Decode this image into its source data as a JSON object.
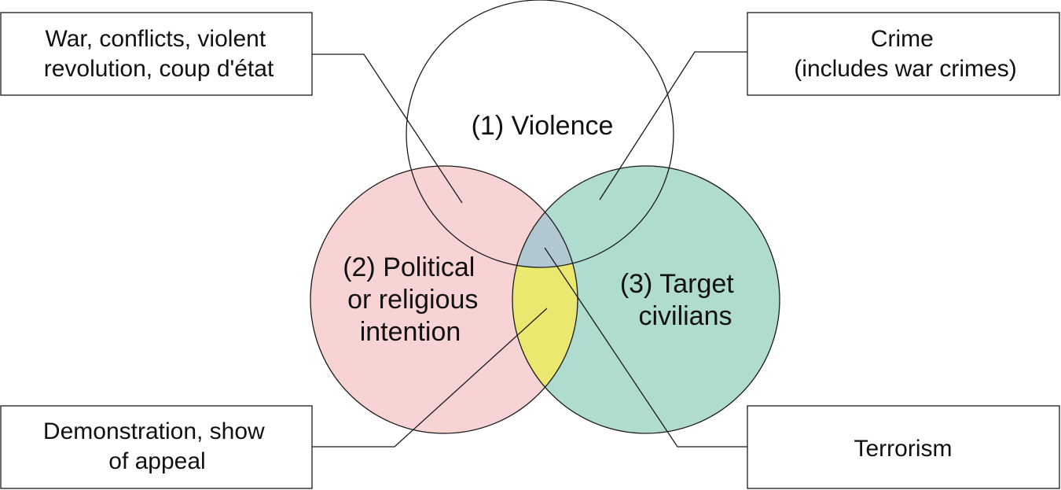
{
  "circles": {
    "violence": {
      "label": "(1) Violence",
      "color": "#ffffff"
    },
    "political": {
      "label_lines": [
        "(2) Political",
        "or religious",
        "intention"
      ],
      "color": "#f7d3d3"
    },
    "civilians": {
      "label_lines": [
        "(3) Target",
        "civilians"
      ],
      "color": "#b0dccf"
    }
  },
  "overlaps": {
    "violence_political": "#f7d3d3",
    "violence_civilians": "#b0dccf",
    "political_civilians": "#ebe870",
    "all_three": "#b1c8d2"
  },
  "callouts": {
    "war": {
      "lines": [
        "War, conflicts, violent",
        "revolution, coup d'état"
      ]
    },
    "crime": {
      "lines": [
        "Crime",
        "(includes war crimes)"
      ]
    },
    "demonstration": {
      "lines": [
        "Demonstration, show",
        "of appeal"
      ]
    },
    "terrorism": {
      "lines": [
        "Terrorism"
      ]
    }
  },
  "colors": {
    "stroke": "#1a1a1a",
    "text": "#111111"
  }
}
